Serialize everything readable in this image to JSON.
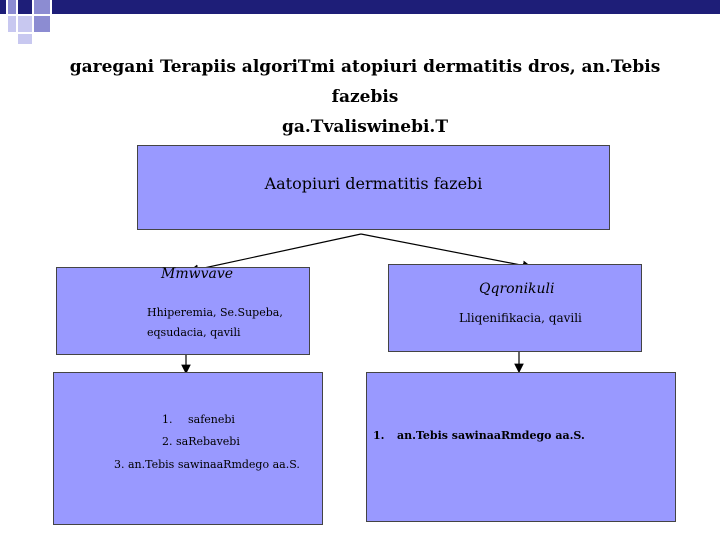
{
  "slide": {
    "title_line1": "garegani Terapiis algoriTmi atopiuri dermatitis dros, an.Tebis fazebis",
    "title_line2": "ga.Tvaliswinebi.T"
  },
  "diagram": {
    "root": {
      "label": "Aatopiuri dermatitis fazebi"
    },
    "acute": {
      "heading": "Mmwvave",
      "text_line1": "Hhiperemia, Se.Supeba,",
      "text_line2": "eqsudacia, qavili"
    },
    "chronic": {
      "heading": "Qqronikuli",
      "text_line1": "Lliqenifikacia, qavili"
    },
    "acute_treatment": {
      "item1_number": "1.",
      "item1_text": "safenebi",
      "item2": "2. saRebavebi",
      "item3": "3. an.Tebis sawinaaRmdego aa.S."
    },
    "chronic_treatment": {
      "item1_number": "1.",
      "item1_text": "an.Tebis sawinaaRmdego aa.S."
    },
    "colors": {
      "box_fill": "#9999ff",
      "deco_navy": "#1e1e78",
      "deco_light": "#c8c8f0"
    }
  }
}
